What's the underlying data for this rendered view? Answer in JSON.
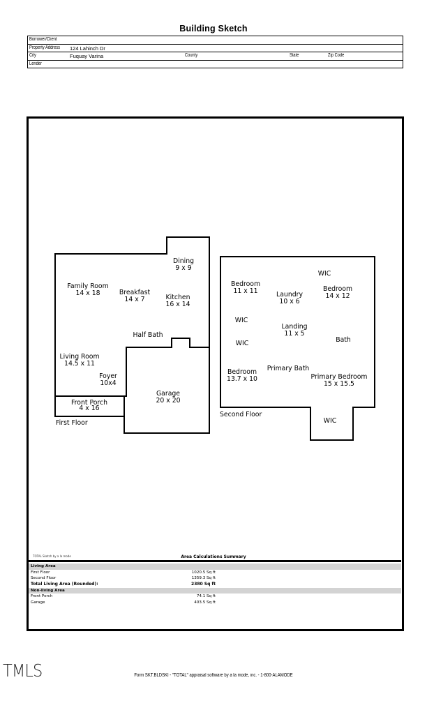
{
  "header": {
    "title": "Building Sketch",
    "fields": {
      "borrower_label": "Borrower/Client",
      "borrower_value": "",
      "address_label": "Property Address",
      "address_value": "124 Lahinch Dr",
      "city_label": "City",
      "city_value": "Fuquay Varina",
      "county_label": "County",
      "state_label": "State",
      "zip_label": "Zip Code",
      "lender_label": "Lender"
    }
  },
  "sketch": {
    "first_floor": {
      "label": "First Floor",
      "rooms": [
        {
          "name": "Dining",
          "dims": "9 x 9"
        },
        {
          "name": "Family Room",
          "dims": "14 x 18"
        },
        {
          "name": "Breakfast",
          "dims": "14 x 7"
        },
        {
          "name": "Kitchen",
          "dims": "16 x 14"
        },
        {
          "name": "Half Bath",
          "dims": ""
        },
        {
          "name": "Living Room",
          "dims": "14.5 x 11"
        },
        {
          "name": "Foyer",
          "dims": "10x4"
        },
        {
          "name": "Garage",
          "dims": "20 x 20"
        },
        {
          "name": "Front Porch",
          "dims": "4 x 16"
        }
      ]
    },
    "second_floor": {
      "label": "Second Floor",
      "rooms": [
        {
          "name": "WIC",
          "dims": ""
        },
        {
          "name": "Bedroom",
          "dims": "11 x 11"
        },
        {
          "name": "Laundry",
          "dims": "10 x 6"
        },
        {
          "name": "Bedroom",
          "dims": "14 x 12"
        },
        {
          "name": "WIC",
          "dims": ""
        },
        {
          "name": "Landing",
          "dims": "11 x 5"
        },
        {
          "name": "WIC",
          "dims": ""
        },
        {
          "name": "Bath",
          "dims": ""
        },
        {
          "name": "Primary Bath",
          "dims": ""
        },
        {
          "name": "Bedroom",
          "dims": "13.7 x 10"
        },
        {
          "name": "Primary Bedroom",
          "dims": "15 x 15.5"
        },
        {
          "name": "WIC",
          "dims": ""
        }
      ]
    }
  },
  "summary": {
    "credit": "TOTAL Sketch by a la mode",
    "title": "Area Calculations Summary",
    "living_header": "Living Area",
    "living": [
      {
        "name": "First Floor",
        "value": "1020.5 Sq ft"
      },
      {
        "name": "Second Floor",
        "value": "1359.3 Sq ft"
      }
    ],
    "total_label": "Total Living Area (Rounded):",
    "total_value": "2380 Sq ft",
    "nonliving_header": "Non-living Area",
    "nonliving": [
      {
        "name": "Front Porch",
        "value": "74.1 Sq ft"
      },
      {
        "name": "Garage",
        "value": "403.5 Sq ft"
      }
    ]
  },
  "footer": {
    "logo": "TMLS",
    "text": "Form SKT.BLDSKI - \"TOTAL\" appraisal software by a la mode, inc. - 1-800-ALAMODE"
  }
}
